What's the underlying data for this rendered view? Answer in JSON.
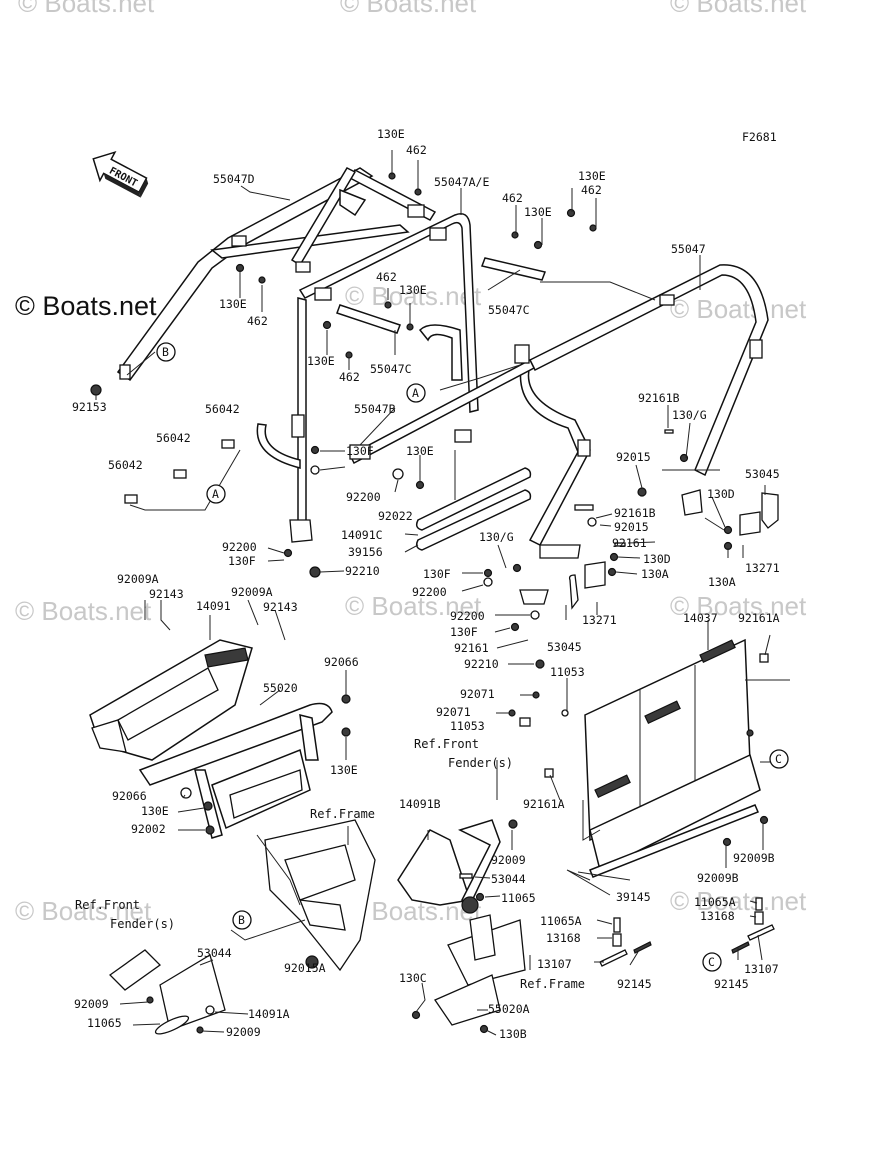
{
  "figure_code": "F2681",
  "watermark": "© Boats.net",
  "front_arrow": "FRONT",
  "ref_labels": {
    "front_fender_1": "Ref.Front",
    "front_fender_1b": "Fender(s)",
    "frame_1": "Ref.Frame",
    "front_fender_2": "Ref.Front",
    "front_fender_2b": "Fender(s)",
    "frame_2": "Ref.Frame"
  },
  "callouts": {
    "a": "A",
    "b": "B",
    "c": "C"
  },
  "parts": {
    "p55047D": "55047D",
    "p130E_1": "130E",
    "p462_1": "462",
    "p55047AE": "55047A/E",
    "p130E_2": "130E",
    "p462_2": "462",
    "p462_3": "462",
    "p130E_3": "130E",
    "p55047": "55047",
    "p130E_4": "130E",
    "p462_4": "462",
    "p462_5": "462",
    "p130E_5": "130E",
    "p55047C_1": "55047C",
    "p130E_6": "130E",
    "p462_6": "462",
    "p55047C_2": "55047C",
    "p92153": "92153",
    "p56042_1": "56042",
    "p56042_2": "56042",
    "p56042_3": "56042",
    "p55047B": "55047B",
    "p130E_7": "130E",
    "p130F_1": "130F",
    "p92200_1": "92200",
    "p92022": "92022",
    "p14091C": "14091C",
    "p39156": "39156",
    "p92210_1": "92210",
    "p92200_2": "92200",
    "p130F_2": "130F",
    "p92161B_1": "92161B",
    "p130G_1": "130/G",
    "p92015_1": "92015",
    "p53045_1": "53045",
    "p130D_1": "130D",
    "p92161B_2": "92161B",
    "p92015_2": "92015",
    "p92161_1": "92161",
    "p130D_2": "130D",
    "p130A_1": "130A",
    "p13271_1": "13271",
    "p130A_2": "130A",
    "p130G_2": "130/G",
    "p130F_3": "130F",
    "p92200_3": "92200",
    "p92200_4": "92200",
    "p130F_4": "130F",
    "p92161_2": "92161",
    "p92210_2": "92210",
    "p53045_2": "53045",
    "p13271_2": "13271",
    "p92009A_1": "92009A",
    "p92143_1": "92143",
    "p14091": "14091",
    "p92009A_2": "92009A",
    "p92143_2": "92143",
    "p92066_1": "92066",
    "p55020": "55020",
    "p130E_8": "130E",
    "p92066_2": "92066",
    "p130E_9": "130E",
    "p92002": "92002",
    "p14037": "14037",
    "p92161A_1": "92161A",
    "p11053_1": "11053",
    "p92071_1": "92071",
    "p92071_2": "92071",
    "p11053_2": "11053",
    "p92161A_2": "92161A",
    "p14091B": "14091B",
    "p92009_1": "92009",
    "p53044_1": "53044",
    "p11065_1": "11065",
    "p92009B_1": "92009B",
    "p92009B_2": "92009B",
    "p39145": "39145",
    "p11065A_1": "11065A",
    "p13168_1": "13168",
    "p13107_1": "13107",
    "p92145_1": "92145",
    "p11065A_2": "11065A",
    "p13168_2": "13168",
    "p13107_2": "13107",
    "p92145_2": "92145",
    "p53044_2": "53044",
    "p92015A": "92015A",
    "p92009_2": "92009",
    "p11065_2": "11065",
    "p14091A": "14091A",
    "p92009_3": "92009",
    "p130C": "130C",
    "p55020A": "55020A",
    "p130B": "130B"
  }
}
